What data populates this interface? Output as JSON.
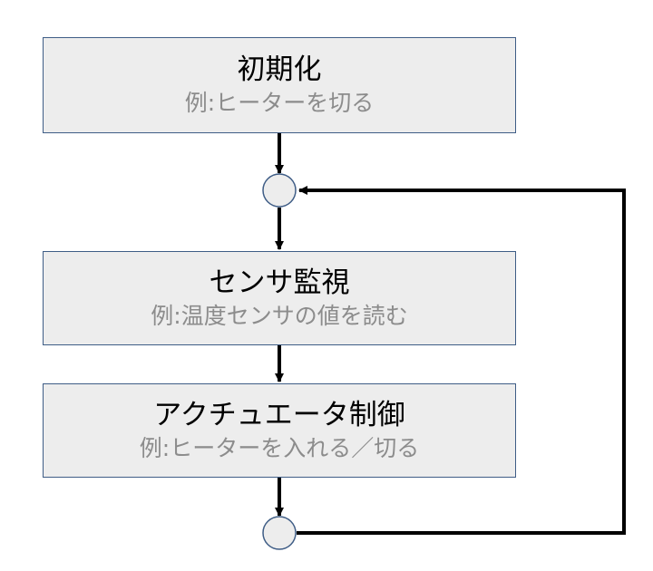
{
  "steps": [
    {
      "title": "初期化",
      "example": "例:ヒーターを切る"
    },
    {
      "title": "センサ監視",
      "example": "例:温度センサの値を読む"
    },
    {
      "title": "アクチュエータ制御",
      "example": "例:ヒーターを入れる／切る"
    }
  ],
  "colors": {
    "box_fill": "#ededed",
    "box_border": "#3f5d86",
    "junction_fill": "#ededed",
    "arrow": "#000000",
    "title_text": "#000000",
    "example_text": "#8c8c8c"
  }
}
